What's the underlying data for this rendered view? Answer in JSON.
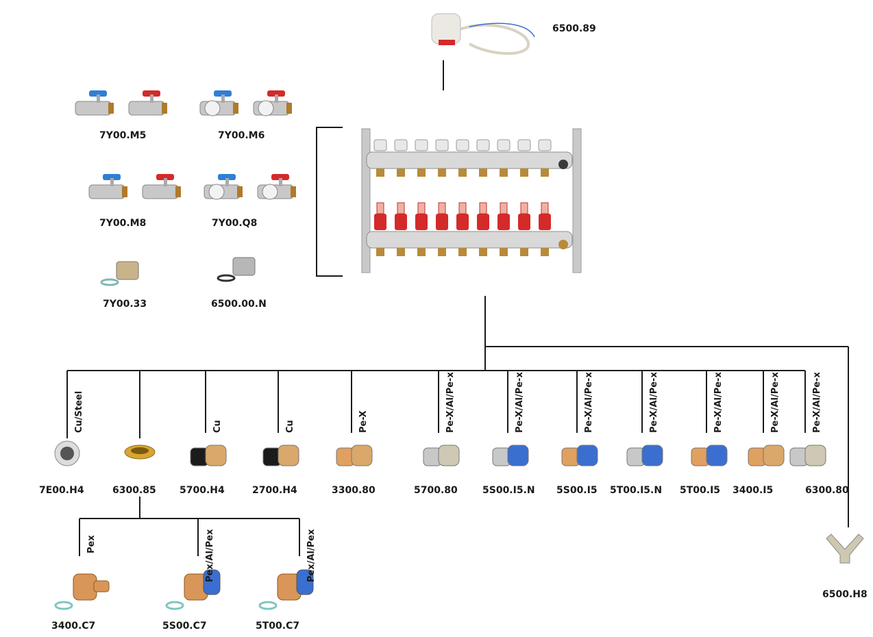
{
  "top": {
    "actuator_code": "6500.89"
  },
  "left_accessories": [
    {
      "code": "7Y00.M5",
      "icon": "ball-valve-pair"
    },
    {
      "code": "7Y00.M6",
      "icon": "ball-valve-gauge-pair"
    },
    {
      "code": "7Y00.M8",
      "icon": "angle-ball-valve-pair"
    },
    {
      "code": "7Y00.Q8",
      "icon": "angle-ball-valve-gauge-pair"
    },
    {
      "code": "7Y00.33",
      "icon": "adapter-with-seal"
    },
    {
      "code": "6500.00.N",
      "icon": "nipple-with-seal"
    }
  ],
  "manifold": {
    "icon": "manifold",
    "outlets": 9
  },
  "fittings": [
    {
      "code": "7E00.H4",
      "pipe": "Cu/Steel"
    },
    {
      "code": "6300.85",
      "pipe": ""
    },
    {
      "code": "5700.H4",
      "pipe": "Cu"
    },
    {
      "code": "2700.H4",
      "pipe": "Cu"
    },
    {
      "code": "3300.80",
      "pipe": "Pe-X"
    },
    {
      "code": "5700.80",
      "pipe": "Pe-X/Al/Pe-x"
    },
    {
      "code": "5S00.I5.N",
      "pipe": "Pe-X/Al/Pe-x"
    },
    {
      "code": "5S00.I5",
      "pipe": "Pe-X/Al/Pe-x"
    },
    {
      "code": "5T00.I5.N",
      "pipe": "Pe-X/Al/Pe-x"
    },
    {
      "code": "5T00.I5",
      "pipe": "Pe-X/Al/Pe-x"
    },
    {
      "code": "3400.I5",
      "pipe": "Pe-X/Al/Pe-x"
    },
    {
      "code": "6300.80",
      "pipe": "Pe-X/Al/Pe-x"
    }
  ],
  "sub_fittings": [
    {
      "code": "3400.C7",
      "pipe": "Pex"
    },
    {
      "code": "5S00.C7",
      "pipe": "Pex/Al/Pex"
    },
    {
      "code": "5T00.C7",
      "pipe": "Pex/Al/Pex"
    }
  ],
  "right": {
    "code": "6500.H8",
    "icon": "y-connector"
  },
  "colors": {
    "line": "#1a1a1a",
    "red": "#d42a2a",
    "blue": "#2f7fd6",
    "chrome": "#c8c8c8",
    "brass": "#c98a3a",
    "pex_blue": "#3a6fd0"
  }
}
